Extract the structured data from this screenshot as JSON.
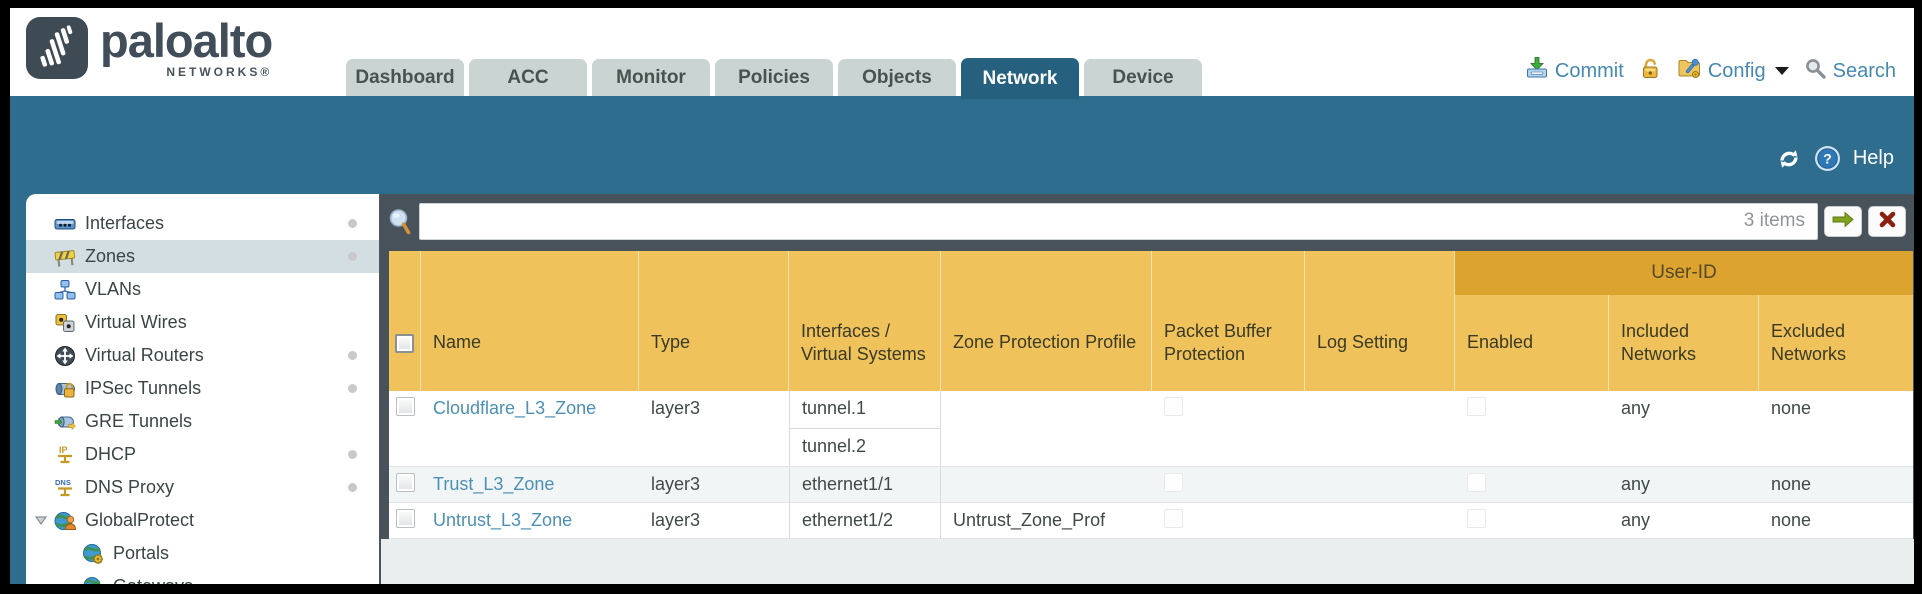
{
  "brand": {
    "name": "paloalto",
    "sub": "NETWORKS®"
  },
  "nav": {
    "tabs": [
      {
        "label": "Dashboard",
        "active": false
      },
      {
        "label": "ACC",
        "active": false
      },
      {
        "label": "Monitor",
        "active": false
      },
      {
        "label": "Policies",
        "active": false
      },
      {
        "label": "Objects",
        "active": false
      },
      {
        "label": "Network",
        "active": true
      },
      {
        "label": "Device",
        "active": false
      }
    ],
    "actions": {
      "commit": "Commit",
      "config": "Config",
      "search": "Search"
    }
  },
  "utility": {
    "help": "Help",
    "refresh_icon": "refresh-icon",
    "help_icon": "help-icon"
  },
  "sidebar": {
    "items": [
      {
        "label": "Interfaces",
        "icon": "interfaces-icon",
        "dot": true,
        "selected": false,
        "child": false,
        "expandable": false
      },
      {
        "label": "Zones",
        "icon": "zones-icon",
        "dot": true,
        "selected": true,
        "child": false,
        "expandable": false
      },
      {
        "label": "VLANs",
        "icon": "vlans-icon",
        "dot": false,
        "selected": false,
        "child": false,
        "expandable": false
      },
      {
        "label": "Virtual Wires",
        "icon": "virtual-wires-icon",
        "dot": false,
        "selected": false,
        "child": false,
        "expandable": false
      },
      {
        "label": "Virtual Routers",
        "icon": "virtual-routers-icon",
        "dot": true,
        "selected": false,
        "child": false,
        "expandable": false
      },
      {
        "label": "IPSec Tunnels",
        "icon": "ipsec-tunnels-icon",
        "dot": true,
        "selected": false,
        "child": false,
        "expandable": false
      },
      {
        "label": "GRE Tunnels",
        "icon": "gre-tunnels-icon",
        "dot": false,
        "selected": false,
        "child": false,
        "expandable": false
      },
      {
        "label": "DHCP",
        "icon": "dhcp-icon",
        "dot": true,
        "selected": false,
        "child": false,
        "expandable": false
      },
      {
        "label": "DNS Proxy",
        "icon": "dns-proxy-icon",
        "dot": true,
        "selected": false,
        "child": false,
        "expandable": false
      },
      {
        "label": "GlobalProtect",
        "icon": "globalprotect-icon",
        "dot": false,
        "selected": false,
        "child": false,
        "expandable": true,
        "expanded": true
      },
      {
        "label": "Portals",
        "icon": "portals-icon",
        "dot": false,
        "selected": false,
        "child": true,
        "expandable": false
      },
      {
        "label": "Gateways",
        "icon": "gateways-icon",
        "dot": false,
        "selected": false,
        "child": true,
        "expandable": false
      }
    ]
  },
  "toolbar": {
    "search_value": "",
    "items_count": "3 items"
  },
  "table": {
    "group_header": "User-ID",
    "columns": [
      "Name",
      "Type",
      "Interfaces / Virtual Systems",
      "Zone Protection Profile",
      "Packet Buffer Protection",
      "Log Setting",
      "Enabled",
      "Included Networks",
      "Excluded Networks"
    ],
    "rows": [
      {
        "name": "Cloudflare_L3_Zone",
        "type": "layer3",
        "interfaces": [
          "tunnel.1",
          "tunnel.2"
        ],
        "zone_protection_profile": "",
        "log_setting": "",
        "included_networks": "any",
        "excluded_networks": "none"
      },
      {
        "name": "Trust_L3_Zone",
        "type": "layer3",
        "interfaces": [
          "ethernet1/1"
        ],
        "zone_protection_profile": "",
        "log_setting": "",
        "included_networks": "any",
        "excluded_networks": "none"
      },
      {
        "name": "Untrust_L3_Zone",
        "type": "layer3",
        "interfaces": [
          "ethernet1/2"
        ],
        "zone_protection_profile": "Untrust_Zone_Prof",
        "log_setting": "",
        "included_networks": "any",
        "excluded_networks": "none"
      }
    ]
  },
  "colors": {
    "accent_teal": "#2f6d8e",
    "active_tab": "#25607f",
    "header_yellow": "#efc25c",
    "group_band_orange": "#dca42f",
    "link_blue": "#4c90b4",
    "nav_blue": "#4589b0",
    "search_bar_slate": "#47525b"
  }
}
